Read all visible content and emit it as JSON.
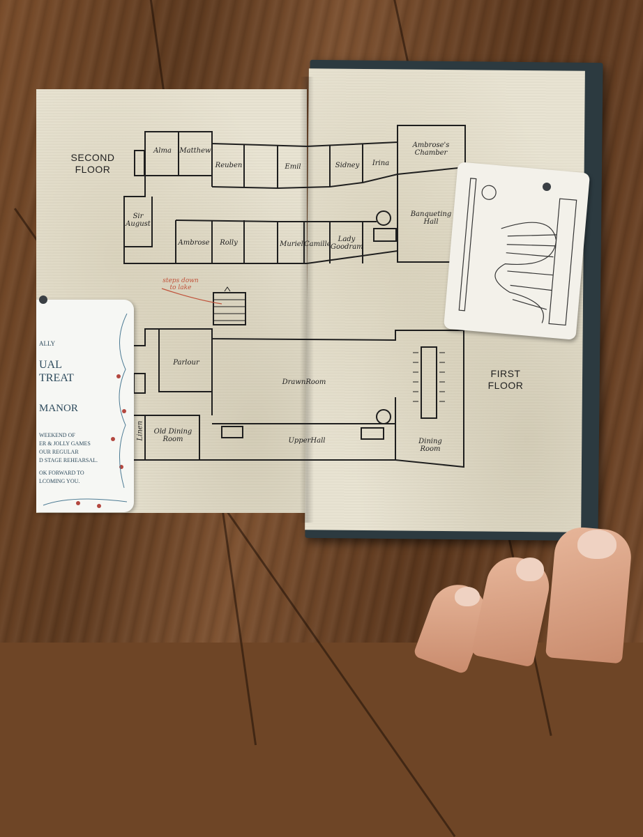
{
  "second_floor": {
    "label_line1": "SECOND",
    "label_line2": "FLOOR",
    "rooms": {
      "alma": "Alma",
      "matthew": "Matthew",
      "reuben": "Reuben",
      "emil": "Emil",
      "sidney": "Sidney",
      "irina": "Irina",
      "ambrose_chamber_1": "Ambrose's",
      "ambrose_chamber_2": "Chamber",
      "sir_august_1": "Sir",
      "sir_august_2": "August",
      "ambrose": "Ambrose",
      "rolly": "Rolly",
      "muriel": "Muriel",
      "camille": "Camille",
      "lady_goodram_1": "Lady",
      "lady_goodram_2": "Goodram",
      "banqueting_1": "Banqueting",
      "banqueting_2": "Hall"
    }
  },
  "first_floor": {
    "label_line1": "FIRST",
    "label_line2": "FLOOR",
    "rooms": {
      "parlour": "Parlour",
      "drawing_room": "DrawnRoom",
      "linen": "Linen",
      "old_dining_1": "Old Dining",
      "old_dining_2": "Room",
      "upper_hall": "UpperHall",
      "dining_1": "Dining",
      "dining_2": "Room"
    },
    "note_line1": "steps down",
    "note_line2": "to lake"
  },
  "bookmark": {
    "line_ally": "ALLY",
    "line_ual": "UAL",
    "line_treat": "TREAT",
    "line_manor": "MANOR",
    "body1": "WEEKEND OF",
    "body2": "ER & JOLLY GAMES",
    "body3": "OUR REGULAR",
    "body4": "D STAGE REHEARSAL.",
    "body5": "OK FORWARD TO",
    "body6": "LCOMING YOU."
  },
  "colors": {
    "paper": "#e9e4d3",
    "ink": "#1e1e1e",
    "note_red": "#c0533b",
    "cover": "#2c3a40"
  }
}
